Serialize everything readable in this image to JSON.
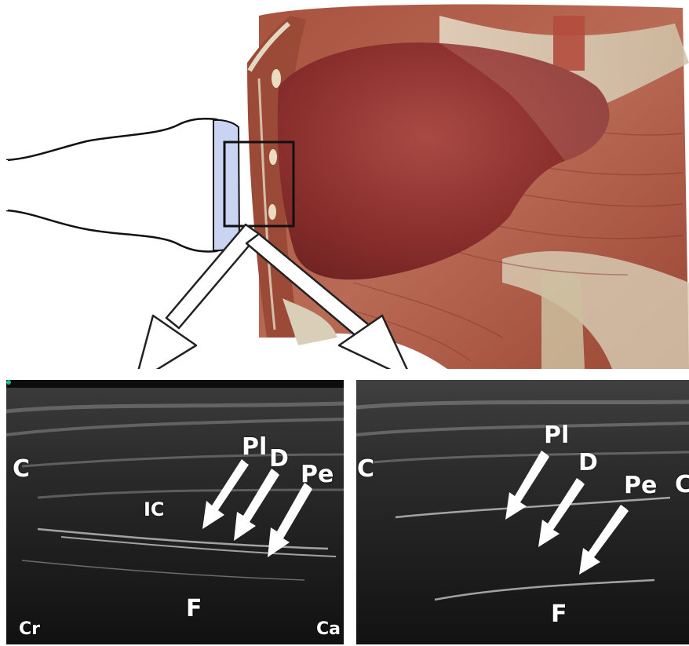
{
  "left_panel": {
    "labels": {
      "c": "C",
      "pl": "Pl",
      "d": "D",
      "pe": "Pe",
      "ic": "IC",
      "f": "F",
      "cr": "Cr",
      "ca": "Ca"
    },
    "indicator_color": "#1fb985"
  },
  "right_panel": {
    "labels": {
      "c_left": "C",
      "c_right": "C",
      "pl": "Pl",
      "d": "D",
      "pe": "Pe",
      "f": "F"
    }
  },
  "colors": {
    "probe_face": "#c9d4f2",
    "liver": "#8b2e2e",
    "ultrasound_bg": "#1a1a1a",
    "label": "#ffffff"
  }
}
